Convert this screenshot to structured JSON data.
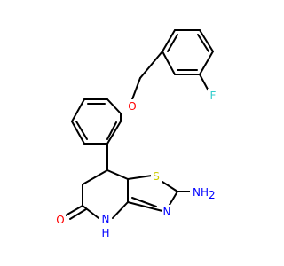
{
  "molecule": {
    "atoms": {
      "fluorine": {
        "text": "F",
        "color": "#33cccc"
      },
      "ether_oxygen": {
        "text": "O",
        "color": "#ff0000"
      },
      "thiazole_sulfur": {
        "text": "S",
        "color": "#cccc00"
      },
      "amine_nitrogen": {
        "text": "NH",
        "color": "#0000ff"
      },
      "amine_subscript": {
        "text": "2",
        "color": "#0000ff"
      },
      "thiazole_nitrogen": {
        "text": "N",
        "color": "#0000ff"
      },
      "lactam_nitrogen": {
        "text": "N",
        "color": "#0000ff"
      },
      "lactam_hydrogen": {
        "text": "H",
        "color": "#0000ff"
      },
      "carbonyl_oxygen": {
        "text": "O",
        "color": "#ff0000"
      }
    },
    "bond_color": "#000000"
  }
}
